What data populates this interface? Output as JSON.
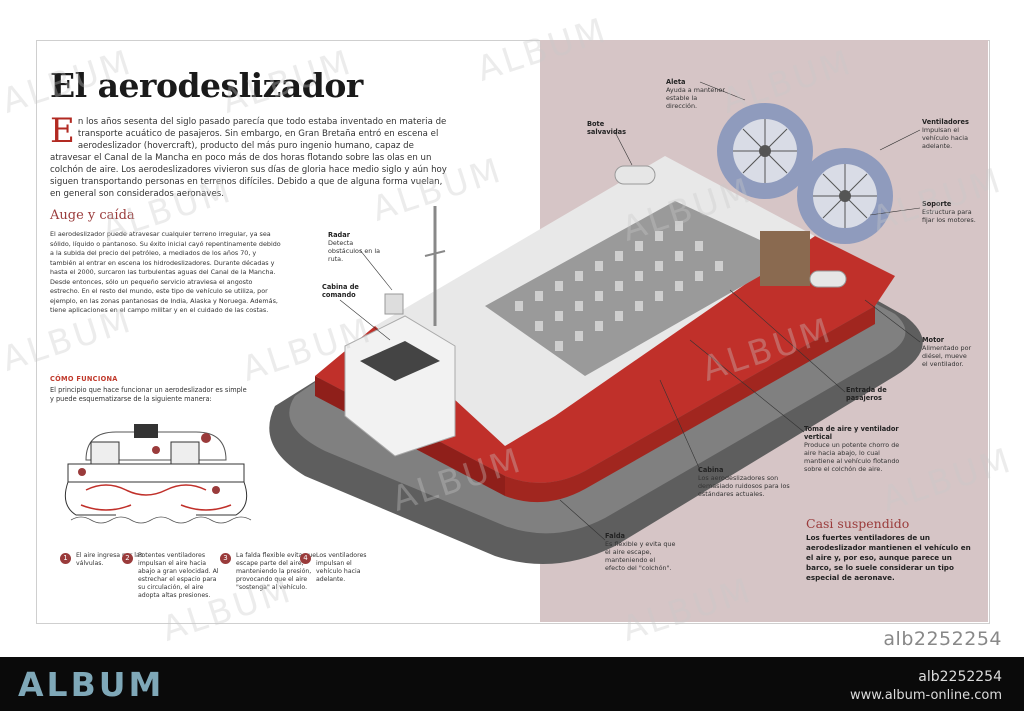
{
  "title": "El aerodeslizador",
  "intro": {
    "dropcap": "E",
    "text": "n los años sesenta del siglo pasado parecía que todo estaba inventado en materia de transporte acuático de pasajeros. Sin embargo, en Gran Bretaña entró en escena el aerodeslizador (hovercraft), producto del más puro ingenio humano, capaz de atravesar el Canal de la Mancha en poco más de dos horas flotando sobre las olas en un colchón de aire. Los aerodeslizadores vivieron sus días de gloria hace medio siglo y aún hoy siguen transportando personas en terrenos difíciles. Debido a que de alguna forma vuelan, en general son considerados aeronaves."
  },
  "auge": {
    "heading": "Auge y caída",
    "text": "El aerodeslizador puede atravesar cualquier terreno irregular, ya sea sólido, líquido o pantanoso. Su éxito inicial cayó repentinamente debido a la subida del precio del petróleo, a mediados de los años 70, y también al entrar en escena los hidrodeslizadores. Durante décadas y hasta el 2000, surcaron las turbulentas aguas del Canal de la Mancha. Desde entonces, sólo un pequeño servicio atraviesa el angosto estrecho. En el resto del mundo, este tipo de vehículo se utiliza, por ejemplo, en las zonas pantanosas de India, Alaska y Noruega. Además, tiene aplicaciones en el campo militar y en el cuidado de las costas."
  },
  "como": {
    "heading": "CÓMO FUNCIONA",
    "text": "El principio que hace funcionar un aerodeslizador es simple y puede esquematizarse de la siguiente manera:"
  },
  "steps": [
    {
      "num": "1",
      "text": "El aire ingresa por las válvulas."
    },
    {
      "num": "2",
      "text": "Potentes ventiladores impulsan el aire hacia abajo a gran velocidad. Al estrechar el espacio para su circulación, el aire adopta altas presiones."
    },
    {
      "num": "3",
      "text": "La falda flexible evita que escape parte del aire, manteniendo la presión, provocando que el aire \"sostenga\" al vehículo."
    },
    {
      "num": "4",
      "text": "Los ventiladores impulsan el vehículo hacia adelante."
    }
  ],
  "labels": {
    "aleta": {
      "title": "Aleta",
      "text": "Ayuda a mantener estable la dirección."
    },
    "bote": {
      "title": "Bote salvavidas",
      "text": ""
    },
    "ventiladores": {
      "title": "Ventiladores",
      "text": "Impulsan el vehículo hacia adelante."
    },
    "soporte": {
      "title": "Soporte",
      "text": "Estructura para fijar los motores."
    },
    "radar": {
      "title": "Radar",
      "text": "Detecta obstáculos en la ruta."
    },
    "cabina_mando": {
      "title": "Cabina de comando",
      "text": ""
    },
    "motor": {
      "title": "Motor",
      "text": "Alimentado por diésel, mueve el ventilador."
    },
    "entrada": {
      "title": "Entrada de pasajeros",
      "text": ""
    },
    "toma": {
      "title": "Toma de aire y ventilador vertical",
      "text": "Produce un potente chorro de aire hacia abajo, lo cual mantiene al vehículo flotando sobre el colchón de aire."
    },
    "cabina": {
      "title": "Cabina",
      "text": "Los aerodeslizadores son demasiado ruidosos para los estándares actuales."
    },
    "falda": {
      "title": "Falda",
      "text": "Es flexible y evita que el aire escape, manteniendo el efecto del \"colchón\"."
    }
  },
  "casi": {
    "heading": "Casi suspendido",
    "text": "Los fuertes ventiladores de un aerodeslizador mantienen el vehículo en el aire y, por eso, aunque parece un barco, se lo suele considerar un tipo especial de aeronave."
  },
  "watermark": "ALBUM",
  "image_code": "alb2252254",
  "footer": {
    "brand": "ALBUM",
    "code": "alb2252254",
    "url": "www.album-online.com"
  },
  "colors": {
    "hull_red": "#c0302a",
    "skirt_gray": "#6e6e6e",
    "fan_blue": "#8f9bbd",
    "panel_pink": "#d6c5c6",
    "accent": "#9a3b3b"
  }
}
